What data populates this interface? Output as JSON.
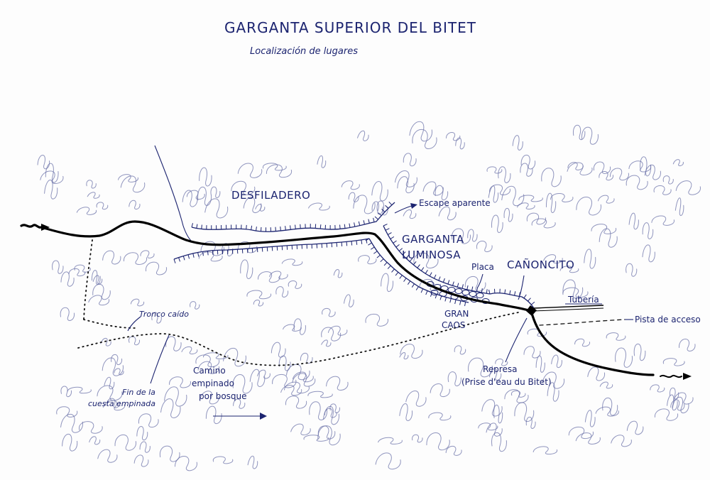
{
  "map": {
    "title": "GARGANTA SUPERIOR DEL BITET",
    "subtitle": "Localización de lugares",
    "labels": {
      "desfiladero": "DESFILADERO",
      "escape": "Escape aparente",
      "garganta_line1": "GARGANTA",
      "garganta_line2": "LUMINOSA",
      "placa": "Placa",
      "canoncito": "CAÑONCITO",
      "tuberia": "Tubería",
      "pista": "Pista de acceso",
      "gran_line1": "GRAN",
      "gran_line2": "CAOS",
      "represa": "Represa",
      "prise": "(Prise d'eau du Bitet)",
      "tronco": "Tronco caído",
      "fin_line1": "Fin de la",
      "fin_line2": "cuesta empinada",
      "camino_line1": "Camino",
      "camino_line2": "empinado",
      "camino_line3": "por bosque"
    }
  }
}
